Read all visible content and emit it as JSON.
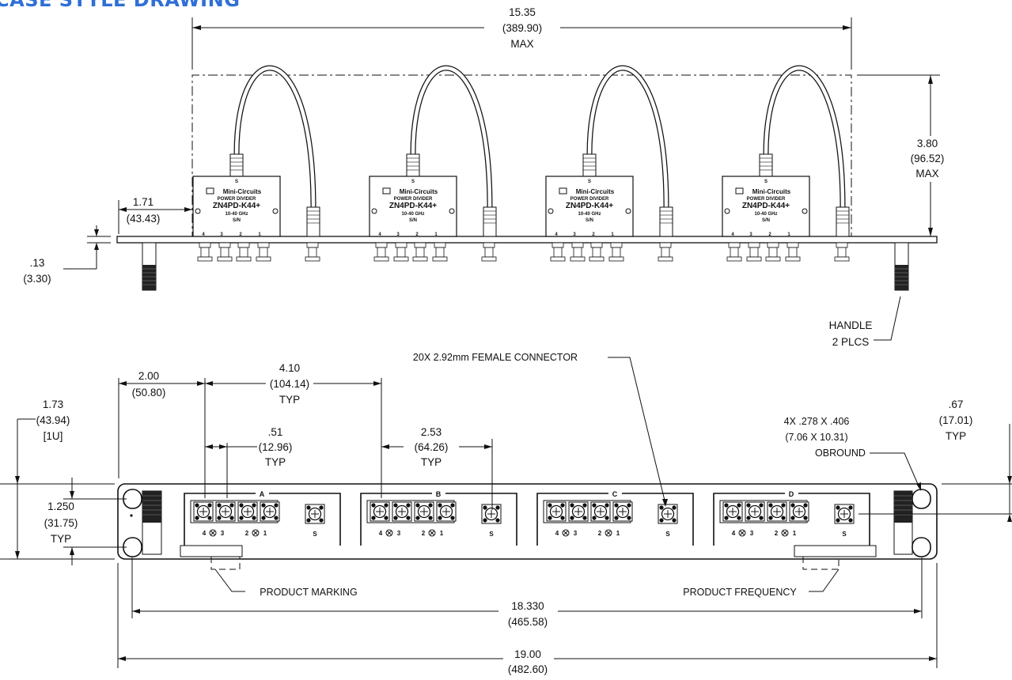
{
  "header": {
    "title": "CASE STYLE DRAWING"
  },
  "side_view": {
    "width_dim": [
      "15.35",
      "(389.90)",
      "MAX"
    ],
    "height_dim": [
      "3.80",
      "(96.52)",
      "MAX"
    ],
    "offset_dim": [
      "1.71",
      "(43.43)"
    ],
    "plate_dim": [
      ".13",
      "(3.30)"
    ],
    "handle_note": [
      "HANDLE",
      "2 PLCS"
    ],
    "module": {
      "brand": "Mini-Circuits",
      "type": "POWER DIVIDER",
      "model": "ZN4PD-K44+",
      "freq": "10-40 GHz",
      "sn": "S/N",
      "port_s": "S",
      "ports": [
        "4",
        "3",
        "2",
        "1"
      ]
    }
  },
  "front_view": {
    "connector_note": "20X 2.92mm FEMALE CONNECTOR",
    "dim_200": [
      "2.00",
      "(50.80)"
    ],
    "dim_410": [
      "4.10",
      "(104.14)",
      "TYP"
    ],
    "dim_051": [
      ".51",
      "(12.96)",
      "TYP"
    ],
    "dim_253": [
      "2.53",
      "(64.26)",
      "TYP"
    ],
    "dim_173": [
      "1.73",
      "(43.94)",
      "[1U]"
    ],
    "dim_1250": [
      "1.250",
      "(31.75)",
      "TYP"
    ],
    "dim_067": [
      ".67",
      "(17.01)",
      "TYP"
    ],
    "obround": [
      "4X .278 X .406",
      "(7.06 X 10.31)",
      "OBROUND"
    ],
    "product_marking": "PRODUCT MARKING",
    "product_frequency": "PRODUCT FREQUENCY",
    "dim_18330": [
      "18.330",
      "(465.58)"
    ],
    "dim_1900": [
      "19.00",
      "(482.60)"
    ],
    "modules": [
      {
        "letter": "A",
        "ports": [
          "4",
          "3",
          "2",
          "1"
        ],
        "s": "S"
      },
      {
        "letter": "B",
        "ports": [
          "4",
          "3",
          "2",
          "1"
        ],
        "s": "S"
      },
      {
        "letter": "C",
        "ports": [
          "4",
          "3",
          "2",
          "1"
        ],
        "s": "S"
      },
      {
        "letter": "D",
        "ports": [
          "4",
          "3",
          "2",
          "1"
        ],
        "s": "S"
      }
    ]
  }
}
